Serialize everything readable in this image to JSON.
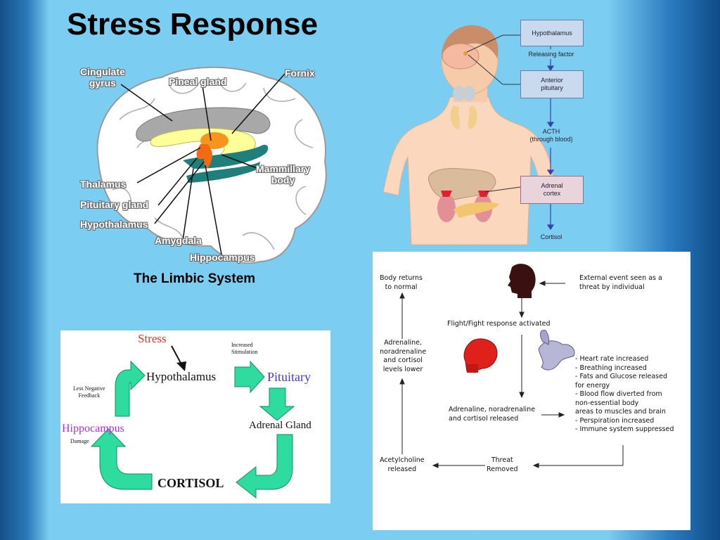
{
  "title": "Stress Response",
  "limbic": {
    "caption": "The Limbic System",
    "labels": {
      "cingulate": "Cingulate\ngyrus",
      "pineal": "Pineal gland",
      "fornix": "Fornix",
      "thalamus": "Thalamus",
      "pituitary": "Pituitary gland",
      "hypothalamus": "Hypothalamus",
      "amygdala": "Amygdala",
      "hippocampus": "Hippocampus",
      "mammillary": "Mammillary\nbody"
    }
  },
  "hpa": {
    "hypothalamus": "Hypothalamus",
    "releasing_factor": "Releasing factor",
    "anterior_pituitary": "Anterior\npituitary",
    "acth": "ACTH\n(through blood)",
    "adrenal_cortex": "Adrenal\ncortex",
    "cortisol": "Cortisol"
  },
  "cycle": {
    "stress": "Stress",
    "hypothalamus": "Hypothalamus",
    "increased_stimulation": "Increased\nStimulation",
    "pituitary": "Pituitary",
    "adrenal_gland": "Adrenal Gland",
    "cortisol": "CORTISOL",
    "hippocampus": "Hippocampus",
    "damage": "Damage",
    "less_negative_feedback": "Less Negative\nFeedback",
    "colors": {
      "arrow": "#2fdc9f",
      "stress": "#e8331c",
      "pituitary": "#4437d6",
      "hippocampus": "#a632d8"
    }
  },
  "flow": {
    "body_returns": "Body returns\nto normal",
    "external_event": "External event seen as a\nthreat by individual",
    "flight_fight": "Flight/Fight response activated",
    "adrenaline_lower": "Adrenaline,\nnoradrenaline\nand cortisol\nlevels  lower",
    "effects": "- Heart  rate increased\n- Breathing increased\n- Fats and Glucose released\n   for energy\n- Blood flow diverted from\n  non-essential body\n   areas to muscles and  brain\n- Perspiration increased\n- Immune system suppressed",
    "adrenaline_released": "Adrenaline, noradrenaline\nand cortisol released",
    "acetylcholine": "Acetylcholine\nreleased",
    "threat_removed": "Threat\nRemoved"
  }
}
